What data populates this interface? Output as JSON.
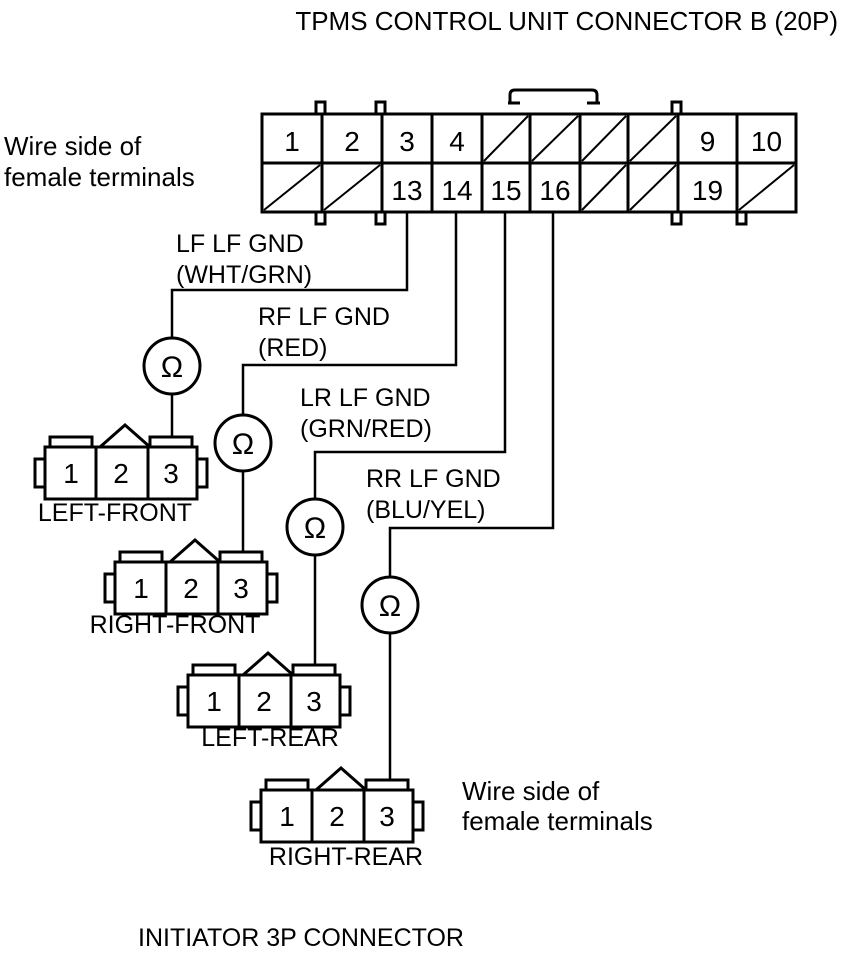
{
  "title": "TPMS CONTROL UNIT CONNECTOR B (20P)",
  "wire_side_top": [
    "Wire side of",
    "female terminals"
  ],
  "wire_side_bottom": [
    "Wire side of",
    "female terminals"
  ],
  "bottom_title": "INITIATOR 3P CONNECTOR",
  "ohm_symbol": "Ω",
  "main_connector": {
    "row1": [
      "1",
      "2",
      "3",
      "4",
      "",
      "",
      "",
      "",
      "9",
      "10"
    ],
    "row2": [
      "",
      "",
      "13",
      "14",
      "15",
      "16",
      "",
      "",
      "19",
      ""
    ]
  },
  "circuits": [
    {
      "name": "LF LF GND",
      "wire": "(WHT/GRN)",
      "pin": "13",
      "connector_label": "LEFT-FRONT",
      "pins": [
        "1",
        "2",
        "3"
      ]
    },
    {
      "name": "RF LF GND",
      "wire": "(RED)",
      "pin": "14",
      "connector_label": "RIGHT-FRONT",
      "pins": [
        "1",
        "2",
        "3"
      ]
    },
    {
      "name": "LR LF GND",
      "wire": "(GRN/RED)",
      "pin": "15",
      "connector_label": "LEFT-REAR",
      "pins": [
        "1",
        "2",
        "3"
      ]
    },
    {
      "name": "RR LF GND",
      "wire": "(BLU/YEL)",
      "pin": "16",
      "connector_label": "RIGHT-REAR",
      "pins": [
        "1",
        "2",
        "3"
      ]
    }
  ]
}
